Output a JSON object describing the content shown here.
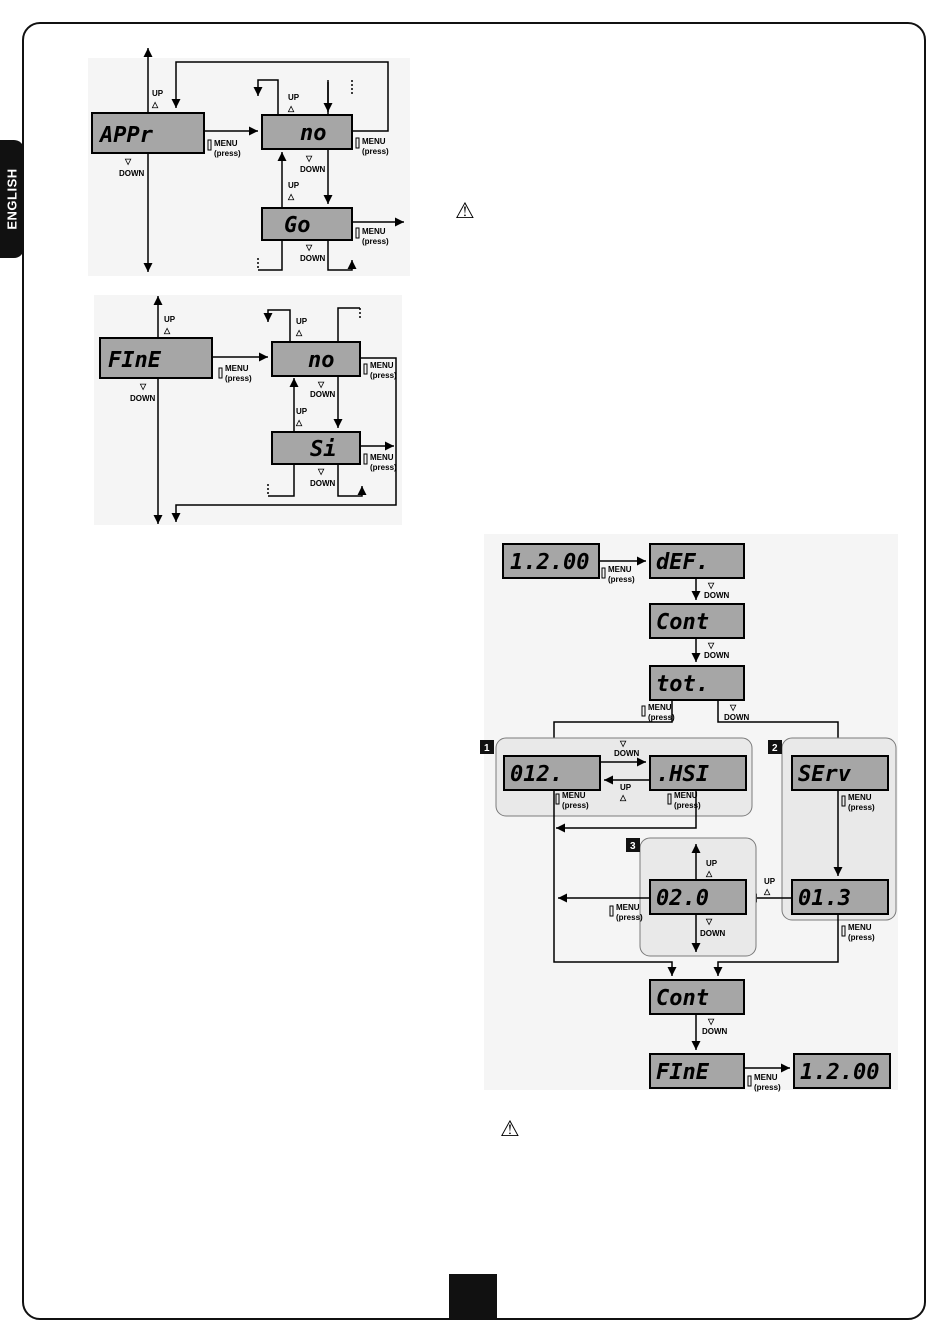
{
  "side_tab": "ENGLISH",
  "labels": {
    "up": "UP",
    "down": "DOWN",
    "menu": "MENU",
    "press": "(press)"
  },
  "diagram1": {
    "main": "APPr",
    "right_top": "no",
    "right_bottom": "Go"
  },
  "diagram2": {
    "main": "FInE",
    "right_top": "no",
    "right_bottom": "Si"
  },
  "diagram3": {
    "start": "1.2.00",
    "def": "dEF.",
    "cont": "Cont",
    "tot": "tot.",
    "box1_left": "012.",
    "box1_right": ".HSI",
    "serv": "SErv",
    "serv_value": "01.3",
    "box3": "02.0",
    "cont2": "Cont",
    "fine": "FInE",
    "end": "1.2.00",
    "badges": [
      "1",
      "2",
      "3"
    ]
  },
  "warning_icon": "warning-triangle-icon"
}
